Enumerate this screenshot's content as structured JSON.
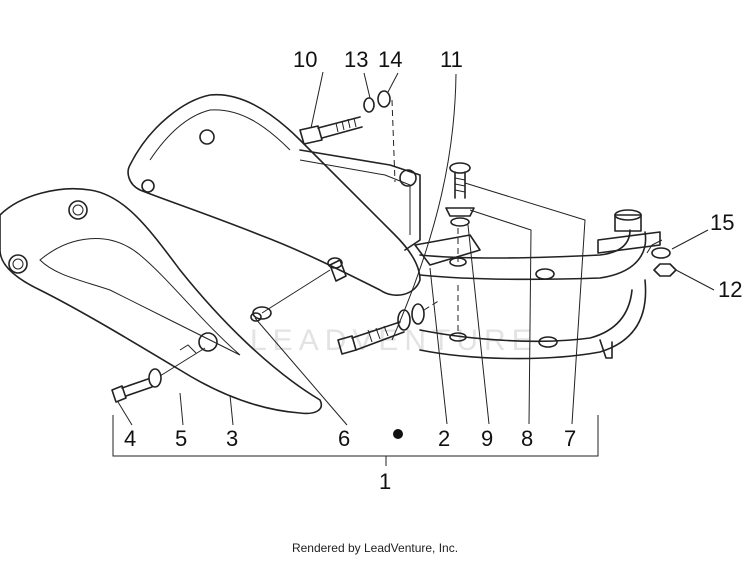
{
  "callouts": [
    "1",
    "2",
    "3",
    "4",
    "5",
    "6",
    "7",
    "8",
    "9",
    "10",
    "11",
    "12",
    "13",
    "14",
    "15"
  ],
  "watermark": "LEADVENTURE",
  "footer": "Rendered by LeadVenture, Inc."
}
